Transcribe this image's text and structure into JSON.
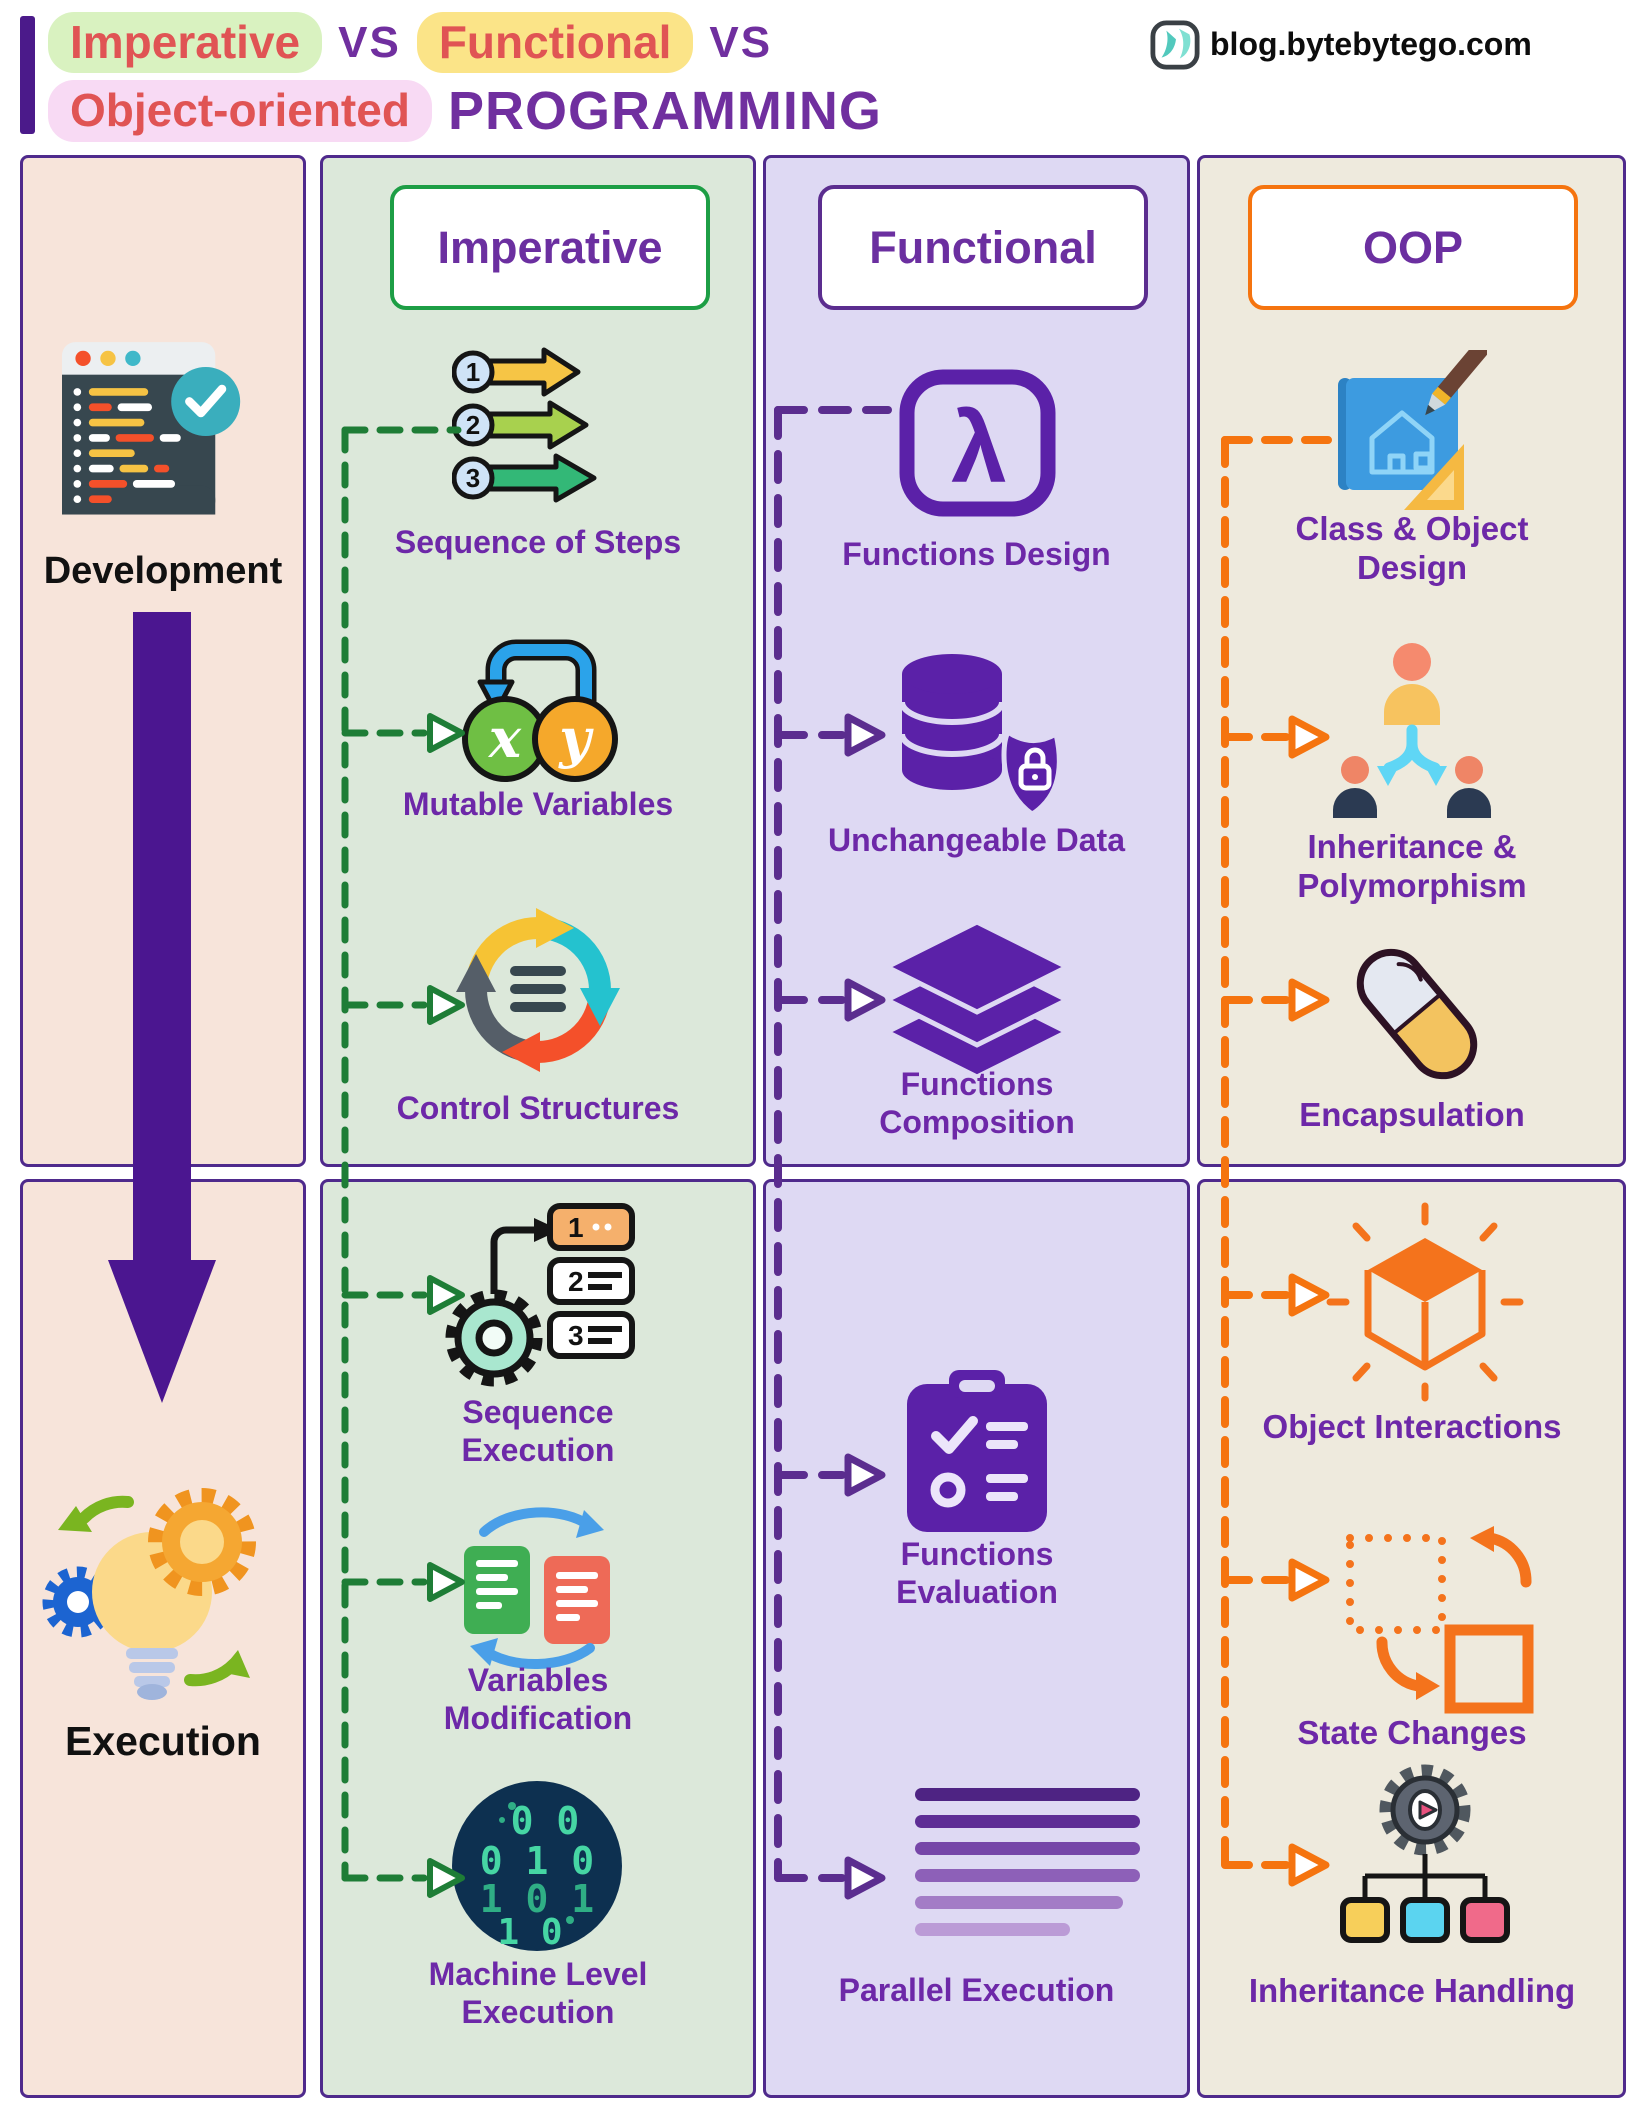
{
  "site": {
    "label": "blog.bytebytego.com"
  },
  "title": {
    "line1": [
      {
        "text": "Imperative",
        "highlight": "#d9f2c0"
      },
      {
        "text": "VS"
      },
      {
        "text": "Functional",
        "highlight": "#fbe488"
      },
      {
        "text": "VS"
      }
    ],
    "line2": [
      {
        "text": "Object-oriented",
        "highlight": "#f8daf4"
      },
      {
        "text": "PROGRAMMING"
      }
    ]
  },
  "lifecycle": {
    "development": "Development",
    "execution": "Execution"
  },
  "columns": {
    "imperative": {
      "title": "Imperative",
      "accent": "#1d9e45",
      "connector": "#1e7d36",
      "items": [
        {
          "label": "Sequence of Steps",
          "icon": "numbered-steps-icon"
        },
        {
          "label": "Mutable Variables",
          "icon": "mutable-xy-icon"
        },
        {
          "label": "Control Structures",
          "icon": "cycle-arrows-icon"
        },
        {
          "label": "Sequence Execution",
          "icon": "gear-checklist-icon"
        },
        {
          "label": "Variables Modification",
          "icon": "documents-swap-icon"
        },
        {
          "label": "Machine Level Execution",
          "icon": "binary-circle-icon"
        }
      ]
    },
    "functional": {
      "title": "Functional",
      "accent": "#5b2d8f",
      "connector": "#5b2d8f",
      "items": [
        {
          "label": "Functions Design",
          "icon": "lambda-icon"
        },
        {
          "label": "Unchangeable Data",
          "icon": "database-shield-icon"
        },
        {
          "label": "Functions Composition",
          "icon": "layers-icon"
        },
        {
          "label": "Functions Evaluation",
          "icon": "clipboard-check-icon"
        },
        {
          "label": "Parallel Execution",
          "icon": "parallel-lines-icon"
        }
      ]
    },
    "oop": {
      "title": "OOP",
      "accent": "#f5740f",
      "connector": "#f5740f",
      "items": [
        {
          "label": "Class & Object Design",
          "icon": "blueprint-icon"
        },
        {
          "label": "Inheritance & Polymorphism",
          "icon": "people-hierarchy-icon"
        },
        {
          "label": "Encapsulation",
          "icon": "capsule-icon"
        },
        {
          "label": "Object Interactions",
          "icon": "cube-icon"
        },
        {
          "label": "State Changes",
          "icon": "state-squares-icon"
        },
        {
          "label": "Inheritance Handling",
          "icon": "gear-tree-icon"
        }
      ]
    }
  },
  "glyphs": {
    "step_numbers": [
      "1",
      "2",
      "3"
    ],
    "exec_numbers": [
      "1",
      "2",
      "3"
    ],
    "lambda": "λ",
    "var_x": "x",
    "var_y": "y",
    "binary_rows": [
      "0 0",
      "0 1 0",
      "1 0 1",
      "1 0"
    ]
  },
  "colors": {
    "title_red": "#e05454",
    "label_purple": "#6d28a8",
    "pink_panel": "#f7e4da",
    "green_panel": "#dce8da",
    "lavender_panel": "#ded9f3",
    "beige_panel": "#eeeadd",
    "border_purple": "#4f2a8c"
  }
}
